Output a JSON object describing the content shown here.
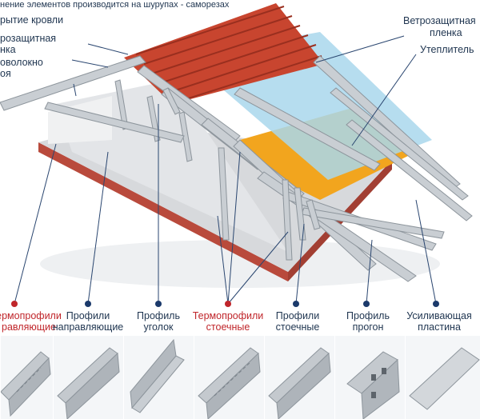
{
  "note": "нение элементов производится на шурупах - саморезах",
  "left_labels": [
    {
      "id": "krovlya",
      "text": "рытие кровли"
    },
    {
      "id": "vetro1",
      "text": "розащитная"
    },
    {
      "id": "vetro2",
      "text": "нка"
    },
    {
      "id": "volokno1",
      "text": "оволокно"
    },
    {
      "id": "volokno2",
      "text": "оя"
    }
  ],
  "right_labels": [
    {
      "id": "wind1",
      "text": "Ветрозащитная"
    },
    {
      "id": "wind2",
      "text": "пленка"
    },
    {
      "id": "insul",
      "text": "Утеплитель"
    }
  ],
  "captions": [
    {
      "line1": "ермопрофили",
      "line2": "равляющие",
      "red": true
    },
    {
      "line1": "Профили",
      "line2": "направляющие",
      "red": false
    },
    {
      "line1": "Профиль",
      "line2": "уголок",
      "red": false
    },
    {
      "line1": "Термопрофили",
      "line2": "стоечные",
      "red": true
    },
    {
      "line1": "Профили",
      "line2": "стоечные",
      "red": false
    },
    {
      "line1": "Профиль",
      "line2": "прогон",
      "red": false
    },
    {
      "line1": "Усиливающая",
      "line2": "пластина",
      "red": false
    }
  ],
  "colors": {
    "text": "#1f3550",
    "accent_red": "#c0262b",
    "dot_blue": "#1b3a6b",
    "roof_tile": "#c8452f",
    "insulation": "#f2a51e",
    "membrane": "#a9d7ec",
    "brick": "#b94a3c",
    "steel": "#c9ced3"
  }
}
